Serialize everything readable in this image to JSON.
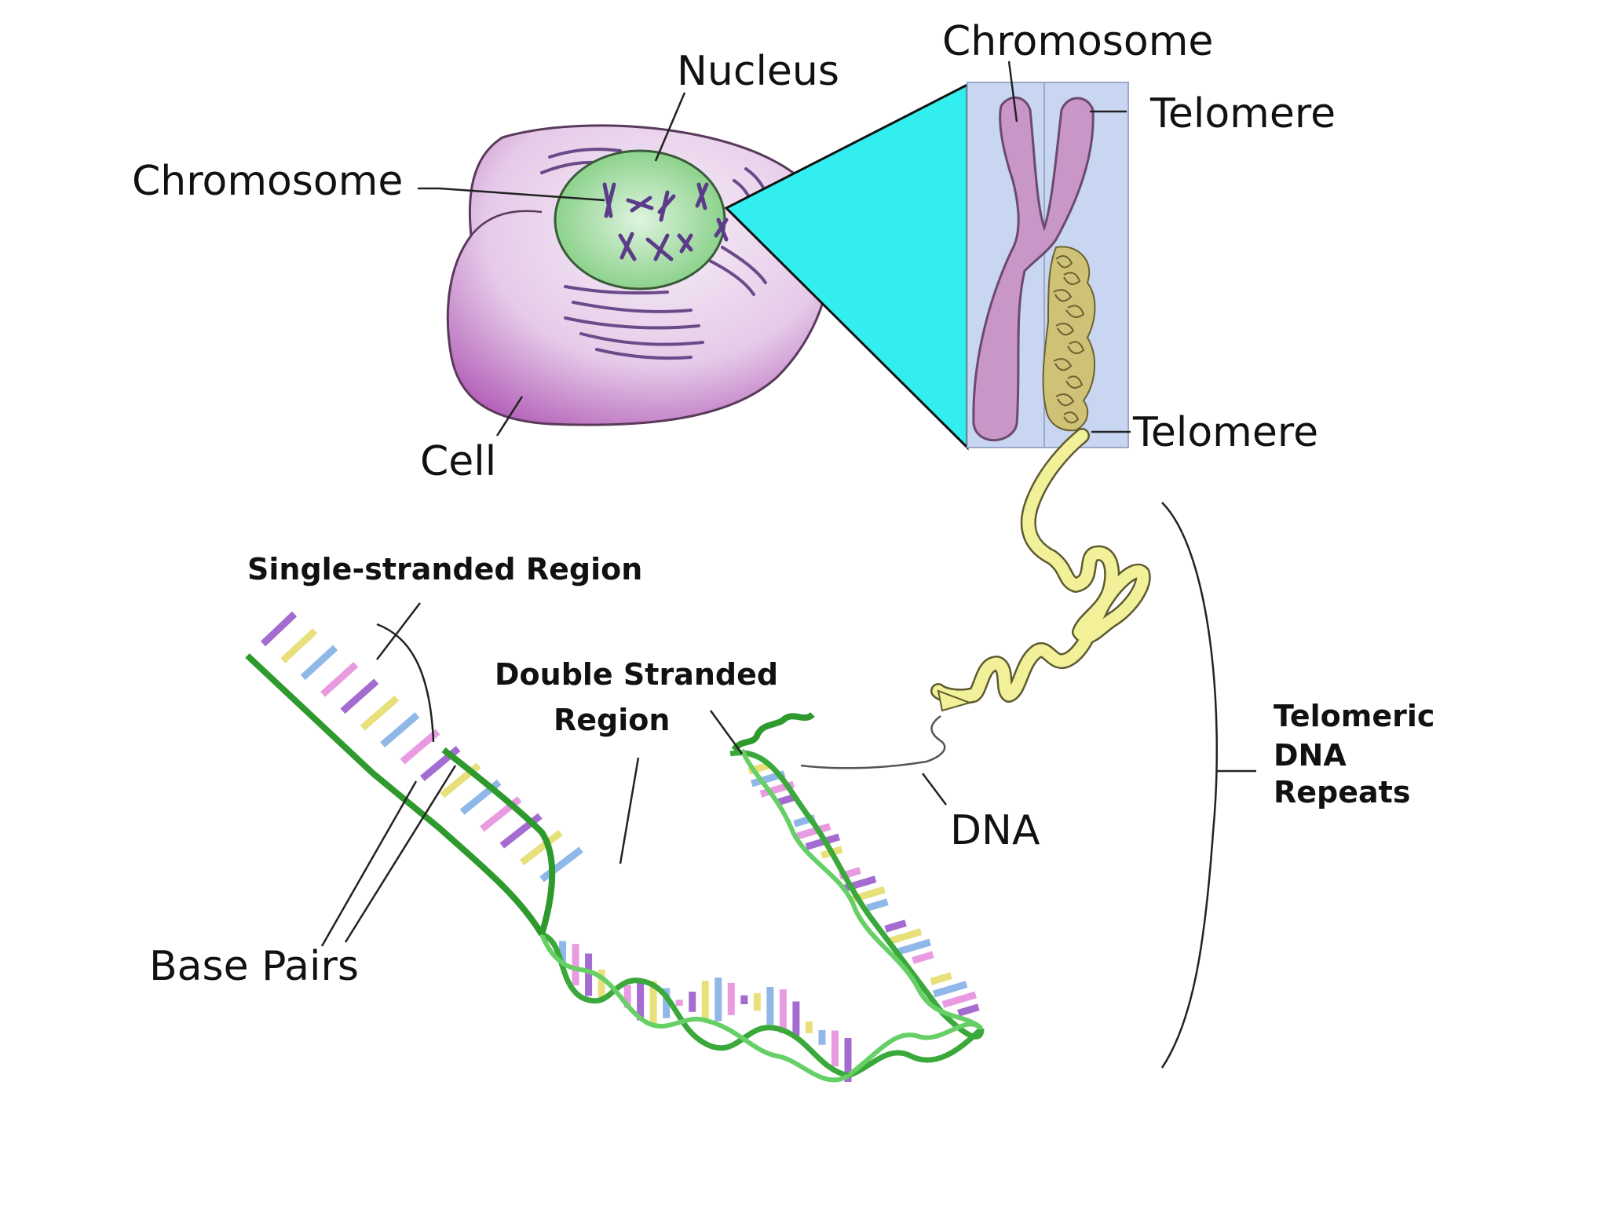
{
  "labels": {
    "nucleus": "Nucleus",
    "chromosome_cell": "Chromosome",
    "cell": "Cell",
    "chromosome_zoom": "Chromosome",
    "telomere_top": "Telomere",
    "telomere_bottom": "Telomere",
    "single_stranded": "Single-stranded Region",
    "double_stranded_1": "Double Stranded",
    "double_stranded_2": "Region",
    "base_pairs": "Base Pairs",
    "dna": "DNA",
    "telomeric_1": "Telomeric",
    "telomeric_2": "DNA",
    "telomeric_3": "Repeats"
  },
  "colors": {
    "cell_fill": "#e9d3ec",
    "cell_edge": "#b36db8",
    "nucleus": "#a8dba8",
    "zoom_cone": "#33eeee",
    "chromosome": "#c897c8",
    "panel": "#c9d6f2",
    "dna_backbone": "#58c858",
    "telomere_coil": "#f2f099",
    "base_purple": "#a46bd0",
    "base_yellow": "#e8e07a",
    "base_blue": "#8fb8e8",
    "base_pink": "#e89be0"
  }
}
